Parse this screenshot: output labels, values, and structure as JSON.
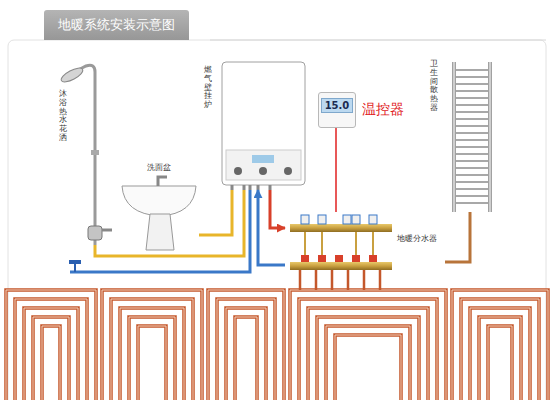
{
  "diagram": {
    "title": "地暖系统安装示意图",
    "nodes": [
      {
        "text": [
          "沐浴热水花洒"
        ]
      },
      {
        "text": [
          "洗面盆"
        ]
      },
      {
        "text": [
          "燃气壁挂炉"
        ]
      },
      {
        "text": [
          "15.0",
          "温控器"
        ]
      },
      {
        "text": [
          "地暖分水器"
        ]
      },
      {
        "text": [
          "卫生间散热器"
        ]
      }
    ],
    "edges": [
      {
        "from": 2,
        "to": 1,
        "arrow": "none"
      },
      {
        "from": 2,
        "to": 0,
        "arrow": "none"
      },
      {
        "from": 2,
        "to": 4,
        "arrow": "to"
      },
      {
        "from": 4,
        "to": 2,
        "arrow": "to"
      },
      {
        "from": 3,
        "to": 4,
        "arrow": "none"
      },
      {
        "from": 4,
        "to": 5,
        "arrow": "none"
      }
    ]
  }
}
